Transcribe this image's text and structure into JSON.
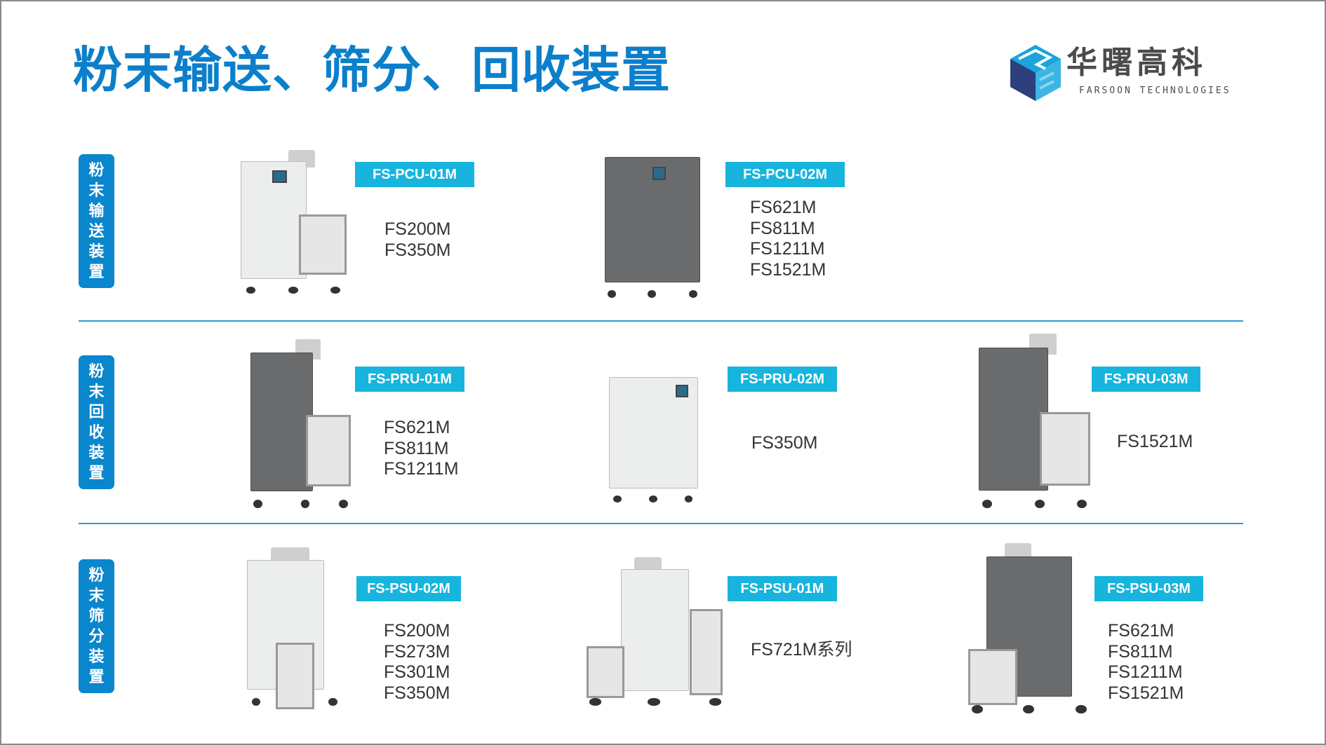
{
  "title": "粉末输送、筛分、回收装置",
  "logo": {
    "cn": "华曙高科",
    "en": "FARSOON TECHNOLOGIES"
  },
  "colors": {
    "title": "#0c7fcb",
    "section_label": "#0a86cd",
    "badge": "#17b4dd",
    "divider": "#2a9ad8"
  },
  "sections": [
    {
      "label": [
        "粉",
        "末",
        "输",
        "送",
        "装",
        "置"
      ],
      "products": [
        {
          "name": "FS-PCU-01M",
          "models": [
            "FS200M",
            "FS350M"
          ]
        },
        {
          "name": "FS-PCU-02M",
          "models": [
            "FS621M",
            "FS811M",
            "FS1211M",
            "FS1521M"
          ]
        }
      ]
    },
    {
      "label": [
        "粉",
        "末",
        "回",
        "收",
        "装",
        "置"
      ],
      "products": [
        {
          "name": "FS-PRU-01M",
          "models": [
            "FS621M",
            "FS811M",
            "FS1211M"
          ]
        },
        {
          "name": "FS-PRU-02M",
          "models": [
            "FS350M"
          ]
        },
        {
          "name": "FS-PRU-03M",
          "models": [
            "FS1521M"
          ]
        }
      ]
    },
    {
      "label": [
        "粉",
        "末",
        "筛",
        "分",
        "装",
        "置"
      ],
      "products": [
        {
          "name": "FS-PSU-02M",
          "models": [
            "FS200M",
            "FS273M",
            "FS301M",
            "FS350M"
          ]
        },
        {
          "name": "FS-PSU-01M",
          "models": [
            "FS721M系列"
          ]
        },
        {
          "name": "FS-PSU-03M",
          "models": [
            "FS621M",
            "FS811M",
            "FS1211M",
            "FS1521M"
          ]
        }
      ]
    }
  ]
}
